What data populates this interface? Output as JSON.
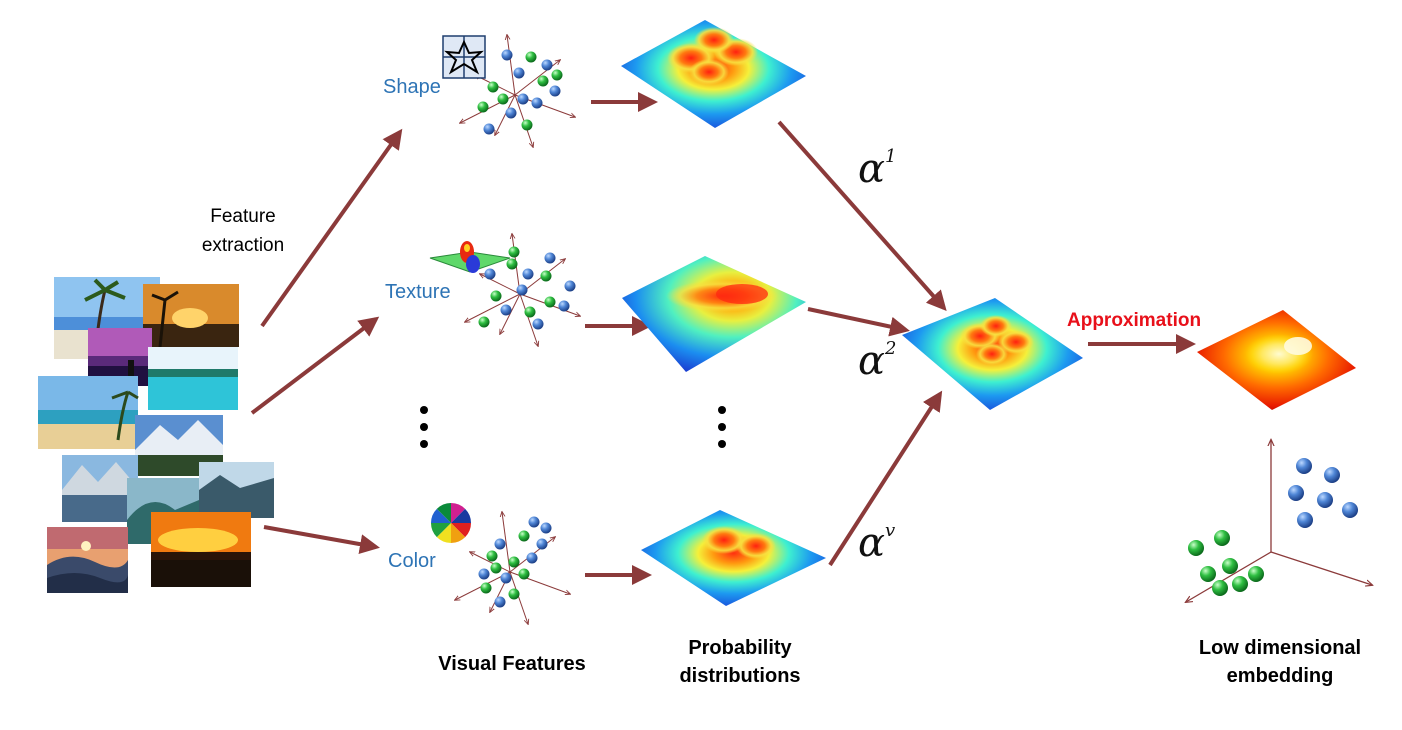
{
  "labels": {
    "feature_extraction": [
      "Feature",
      "extraction"
    ],
    "shape": "Shape",
    "texture": "Texture",
    "color": "Color",
    "visual_features": "Visual Features",
    "probability_distributions": [
      "Probability",
      "distributions"
    ],
    "low_dimensional_embedding": [
      "Low dimensional",
      "embedding"
    ],
    "approximation": "Approximation"
  },
  "weights": [
    {
      "symbol": "α",
      "superscript": "1"
    },
    {
      "symbol": "α",
      "superscript": "2"
    },
    {
      "symbol": "α",
      "superscript": "v"
    }
  ],
  "colors": {
    "arrow": "#8b3a3a",
    "feature_label": "#2e74b5",
    "approximation_label": "#e8101a",
    "sphere_blue": "#3f78c8",
    "sphere_green": "#22a83a"
  },
  "icons": {
    "shape": "shape-descriptor-icon",
    "texture": "gabor-filter-icon",
    "color": "color-wheel-icon"
  }
}
